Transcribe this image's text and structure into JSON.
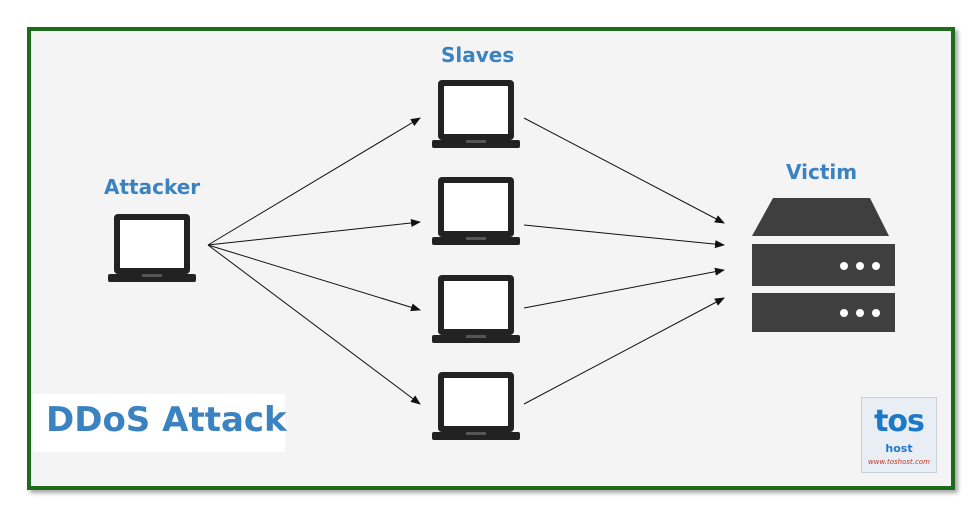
{
  "labels": {
    "attacker": "Attacker",
    "slaves": "Slaves",
    "victim": "Victim"
  },
  "title": "DDoS Attack",
  "logo": {
    "main": "tos",
    "sub": "host",
    "url": "www.toshost.com"
  },
  "colors": {
    "frame_border": "#1e6b1e",
    "label_blue": "#3b82c0",
    "icon_dark": "#2d2d2d",
    "server_gray": "#3f3f3f",
    "background": "#f4f4f4"
  }
}
